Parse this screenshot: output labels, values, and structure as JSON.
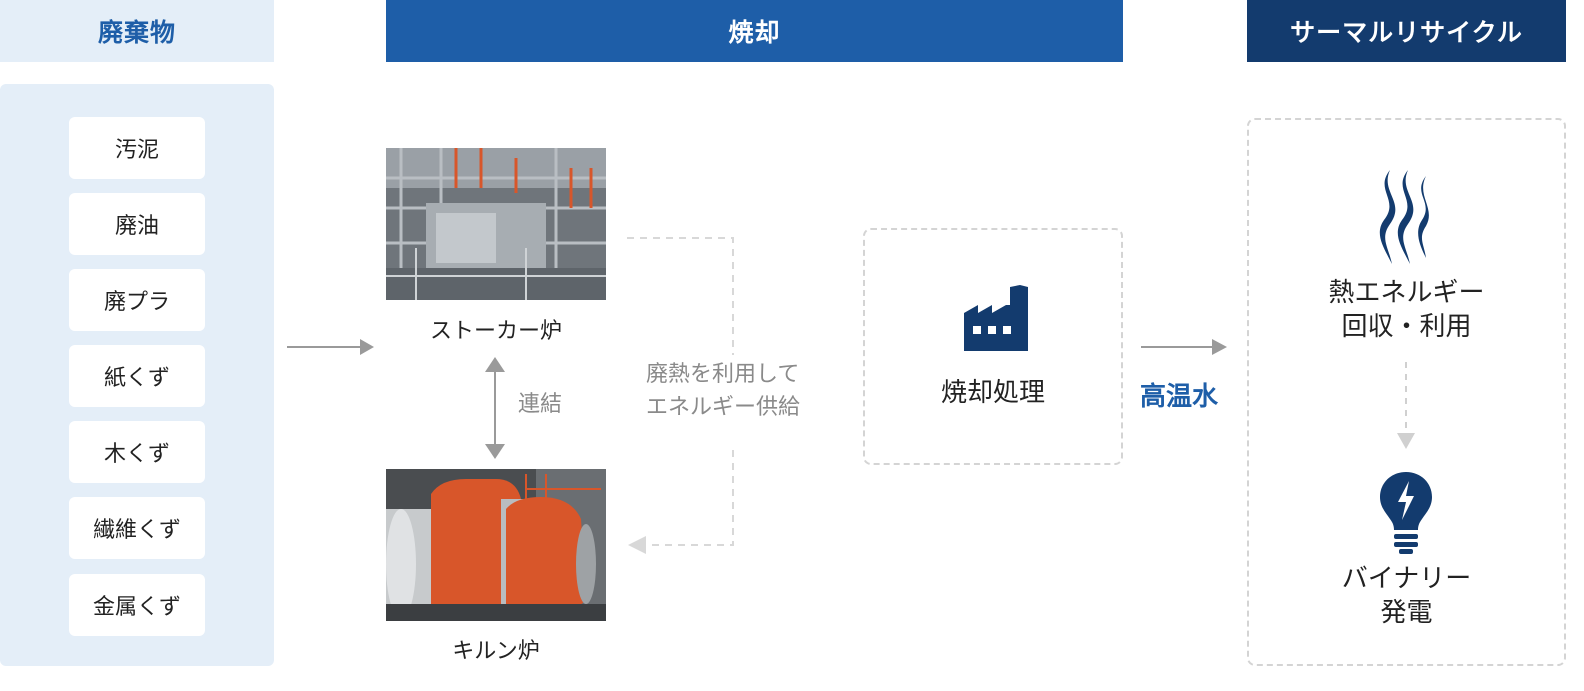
{
  "headers": {
    "waste": "廃棄物",
    "incineration": "焼却",
    "thermal_recycle": "サーマルリサイクル"
  },
  "waste_items": [
    "汚泥",
    "廃油",
    "廃プラ",
    "紙くず",
    "木くず",
    "繊維くず",
    "金属くず"
  ],
  "furnaces": {
    "stoker": "ストーカー炉",
    "kiln": "キルン炉",
    "link": "連結"
  },
  "waste_heat_note": {
    "line1": "廃熱を利用して",
    "line2": "エネルギー供給"
  },
  "process": {
    "label": "焼却処理",
    "icon": "factory-icon"
  },
  "hot_water": "高温水",
  "outputs": {
    "heat_line1": "熱エネルギー",
    "heat_line2": "回収・利用",
    "heat_icon": "heat-waves-icon",
    "power_line1": "バイナリー",
    "power_line2": "発電",
    "power_icon": "lightbulb-icon"
  },
  "colors": {
    "primary_blue": "#1e5ea8",
    "dark_navy": "#133b6e",
    "light_blue": "#e4eef8",
    "orange": "#d8562a"
  }
}
